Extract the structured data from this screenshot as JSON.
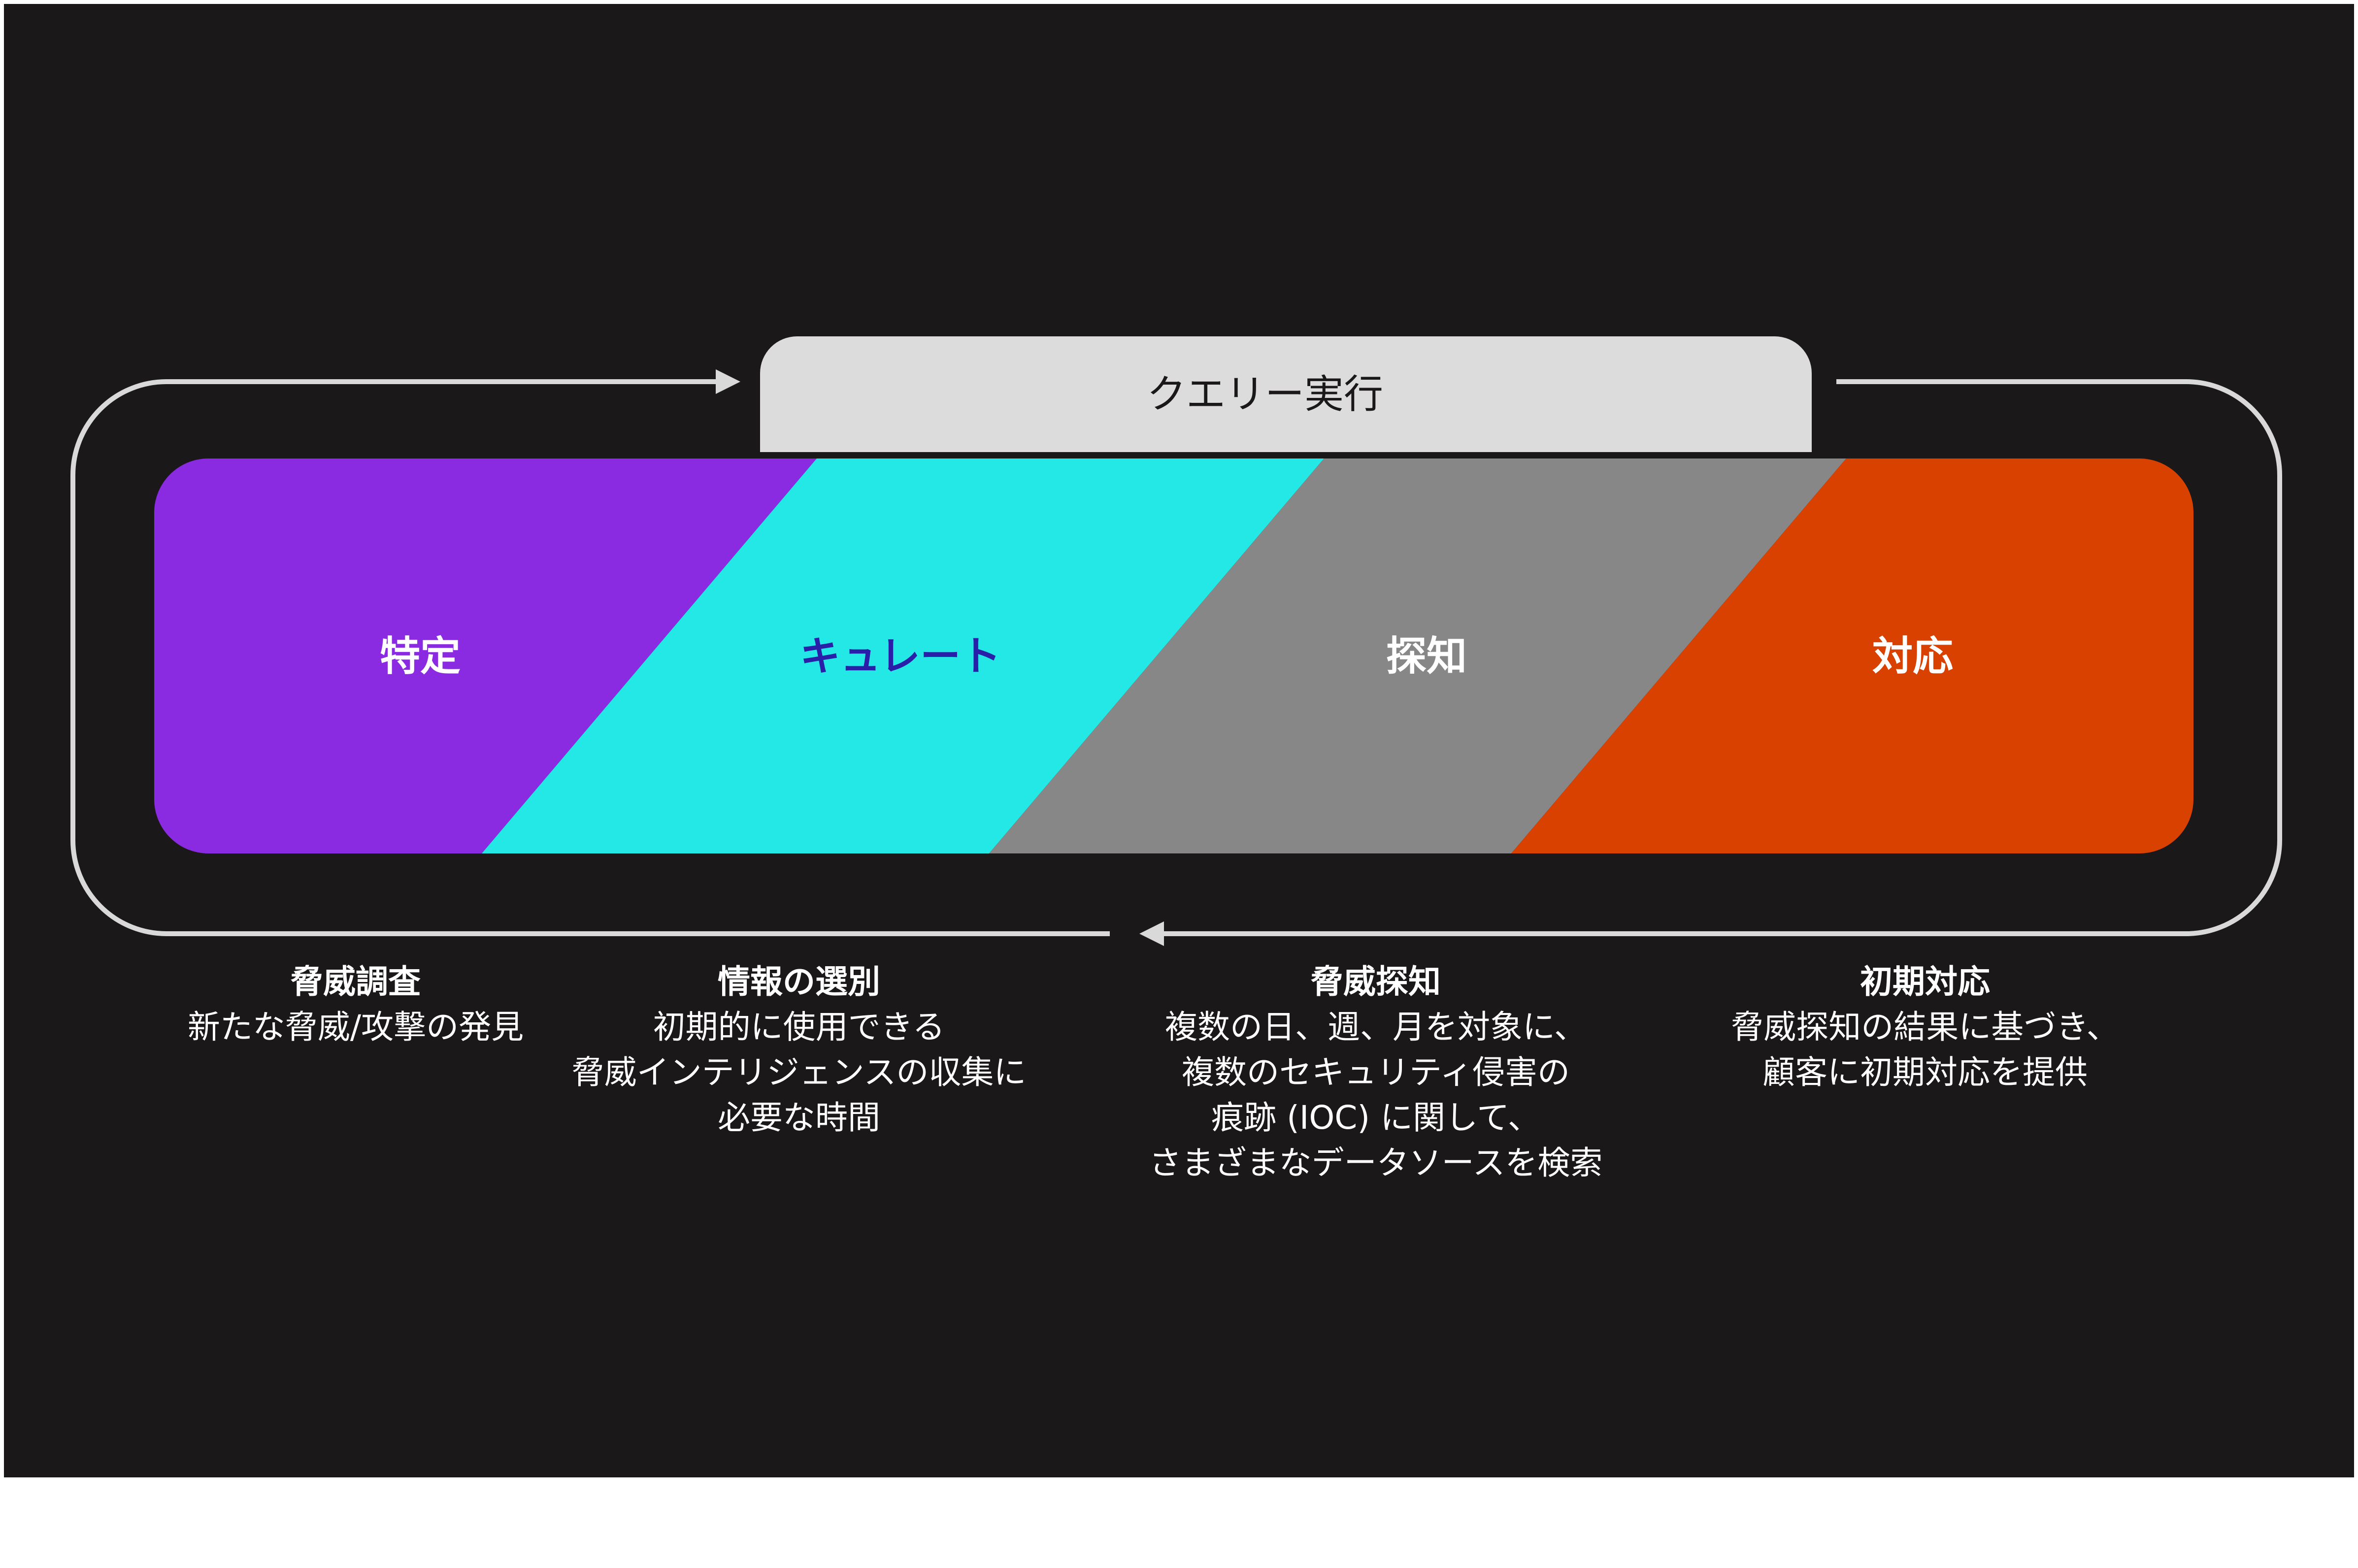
{
  "query_tab": {
    "label": "クエリー実行"
  },
  "stages": [
    {
      "label": "特定",
      "color": "#8a2be2",
      "text_color": "#ffffff"
    },
    {
      "label": "キュレート",
      "color": "#23e8e6",
      "text_color": "#2a1fa8"
    },
    {
      "label": "探知",
      "color": "#878787",
      "text_color": "#ffffff"
    },
    {
      "label": "対応",
      "color": "#d94100",
      "text_color": "#ffffff"
    }
  ],
  "descriptions": [
    {
      "title": "脅威調査",
      "lines": [
        "新たな脅威/攻撃の発見"
      ]
    },
    {
      "title": "情報の選別",
      "lines": [
        "初期的に使用できる",
        "脅威インテリジェンスの収集に",
        "必要な時間"
      ]
    },
    {
      "title": "脅威探知",
      "lines": [
        "複数の日、週、月を対象に、",
        "複数のセキュリティ侵害の",
        "痕跡 (IOC) に関して、",
        "さまざまなデータソースを検索"
      ]
    },
    {
      "title": "初期対応",
      "lines": [
        "脅威探知の結果に基づき、",
        "顧客に初期対応を提供"
      ]
    }
  ],
  "colors": {
    "background": "#1a1819",
    "query_tab_bg": "#dcdcdc",
    "query_tab_text": "#1a1819",
    "loop_line": "#d9d9d9"
  }
}
